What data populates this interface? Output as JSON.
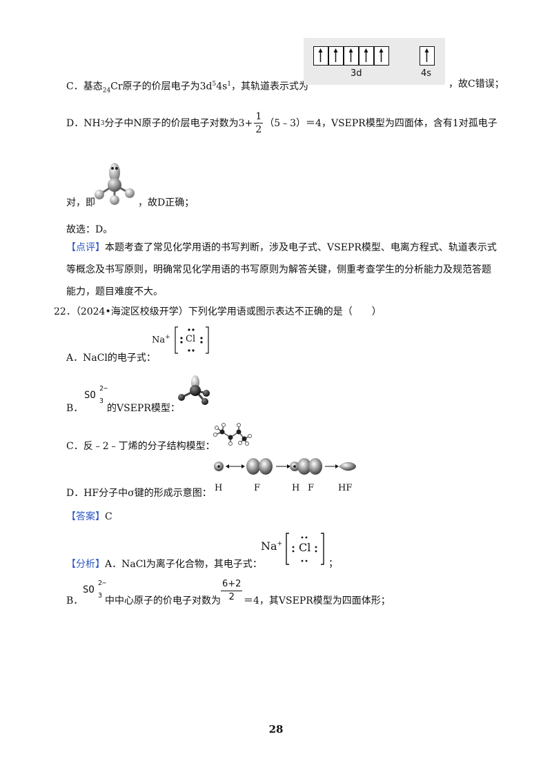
{
  "optionC_prev": {
    "prefix": "C．基态",
    "cr_sub": "24",
    "cr_text": "Cr原子的价层电子为3d",
    "sup1": "5",
    "mid": "4s",
    "sup2": "1",
    "suffix": "，其轨道表示式为",
    "tail": "，故C错误；",
    "orbital_3d_label": "3d",
    "orbital_4s_label": "4s"
  },
  "optionD_prev": {
    "text_a": "D．NH",
    "sub3": "3",
    "text_b": "分子中N原子的价层电子对数为3+",
    "frac_num": "1",
    "frac_den": "2",
    "text_c": "（5﹣3）＝4，VSEPR模型为四面体，含有1对孤电子",
    "text_d": "对，即",
    "text_e": "，故D正确；"
  },
  "choice_line": "故选：D。",
  "comment": {
    "tag": "【点评】",
    "line1": "本题考查了常见化学用语的书写判断，涉及电子式、VSEPR模型、电离方程式、轨道表示式",
    "line2": "等概念及书写原则，明确常见化学用语的书写原则为解答关键，侧重考查学生的分析能力及规范答题",
    "line3": "能力，题目难度不大。"
  },
  "q22": {
    "stem": "22．（2024•海淀区校级开学）下列化学用语或图示表达不正确的是（　　）",
    "A_label": "A．NaCl的电子式：",
    "A_na": "Na",
    "A_plus": "+",
    "A_cl": "Cl",
    "B_label": "B．",
    "B_so": "SO",
    "B_sub": "3",
    "B_sup": "2−",
    "B_text": "的VSEPR模型：",
    "C_label": "C．反﹣2﹣丁烯的分子结构模型：",
    "D_label": "D．HF分子中σ键的形成示意图：",
    "D_H": "H",
    "D_F": "F",
    "D_HF_a": "H",
    "D_HF_b": "F",
    "D_HF": "HF"
  },
  "answer": {
    "tag": "【答案】",
    "value": "C"
  },
  "analysis": {
    "tag": "【分析】",
    "A_text": "A．NaCl为离子化合物，其电子式：",
    "A_na": "Na",
    "A_plus": "+",
    "A_cl": "Cl",
    "A_tail": "；",
    "B_label": "B．",
    "B_so": "SO",
    "B_sub": "3",
    "B_sup": "2−",
    "B_text": "中中心原子的价电子对数为",
    "B_frac_num": "6+2",
    "B_frac_den": "2",
    "B_tail": "＝4，其VSEPR模型为四面体形；"
  },
  "page_number": "28"
}
